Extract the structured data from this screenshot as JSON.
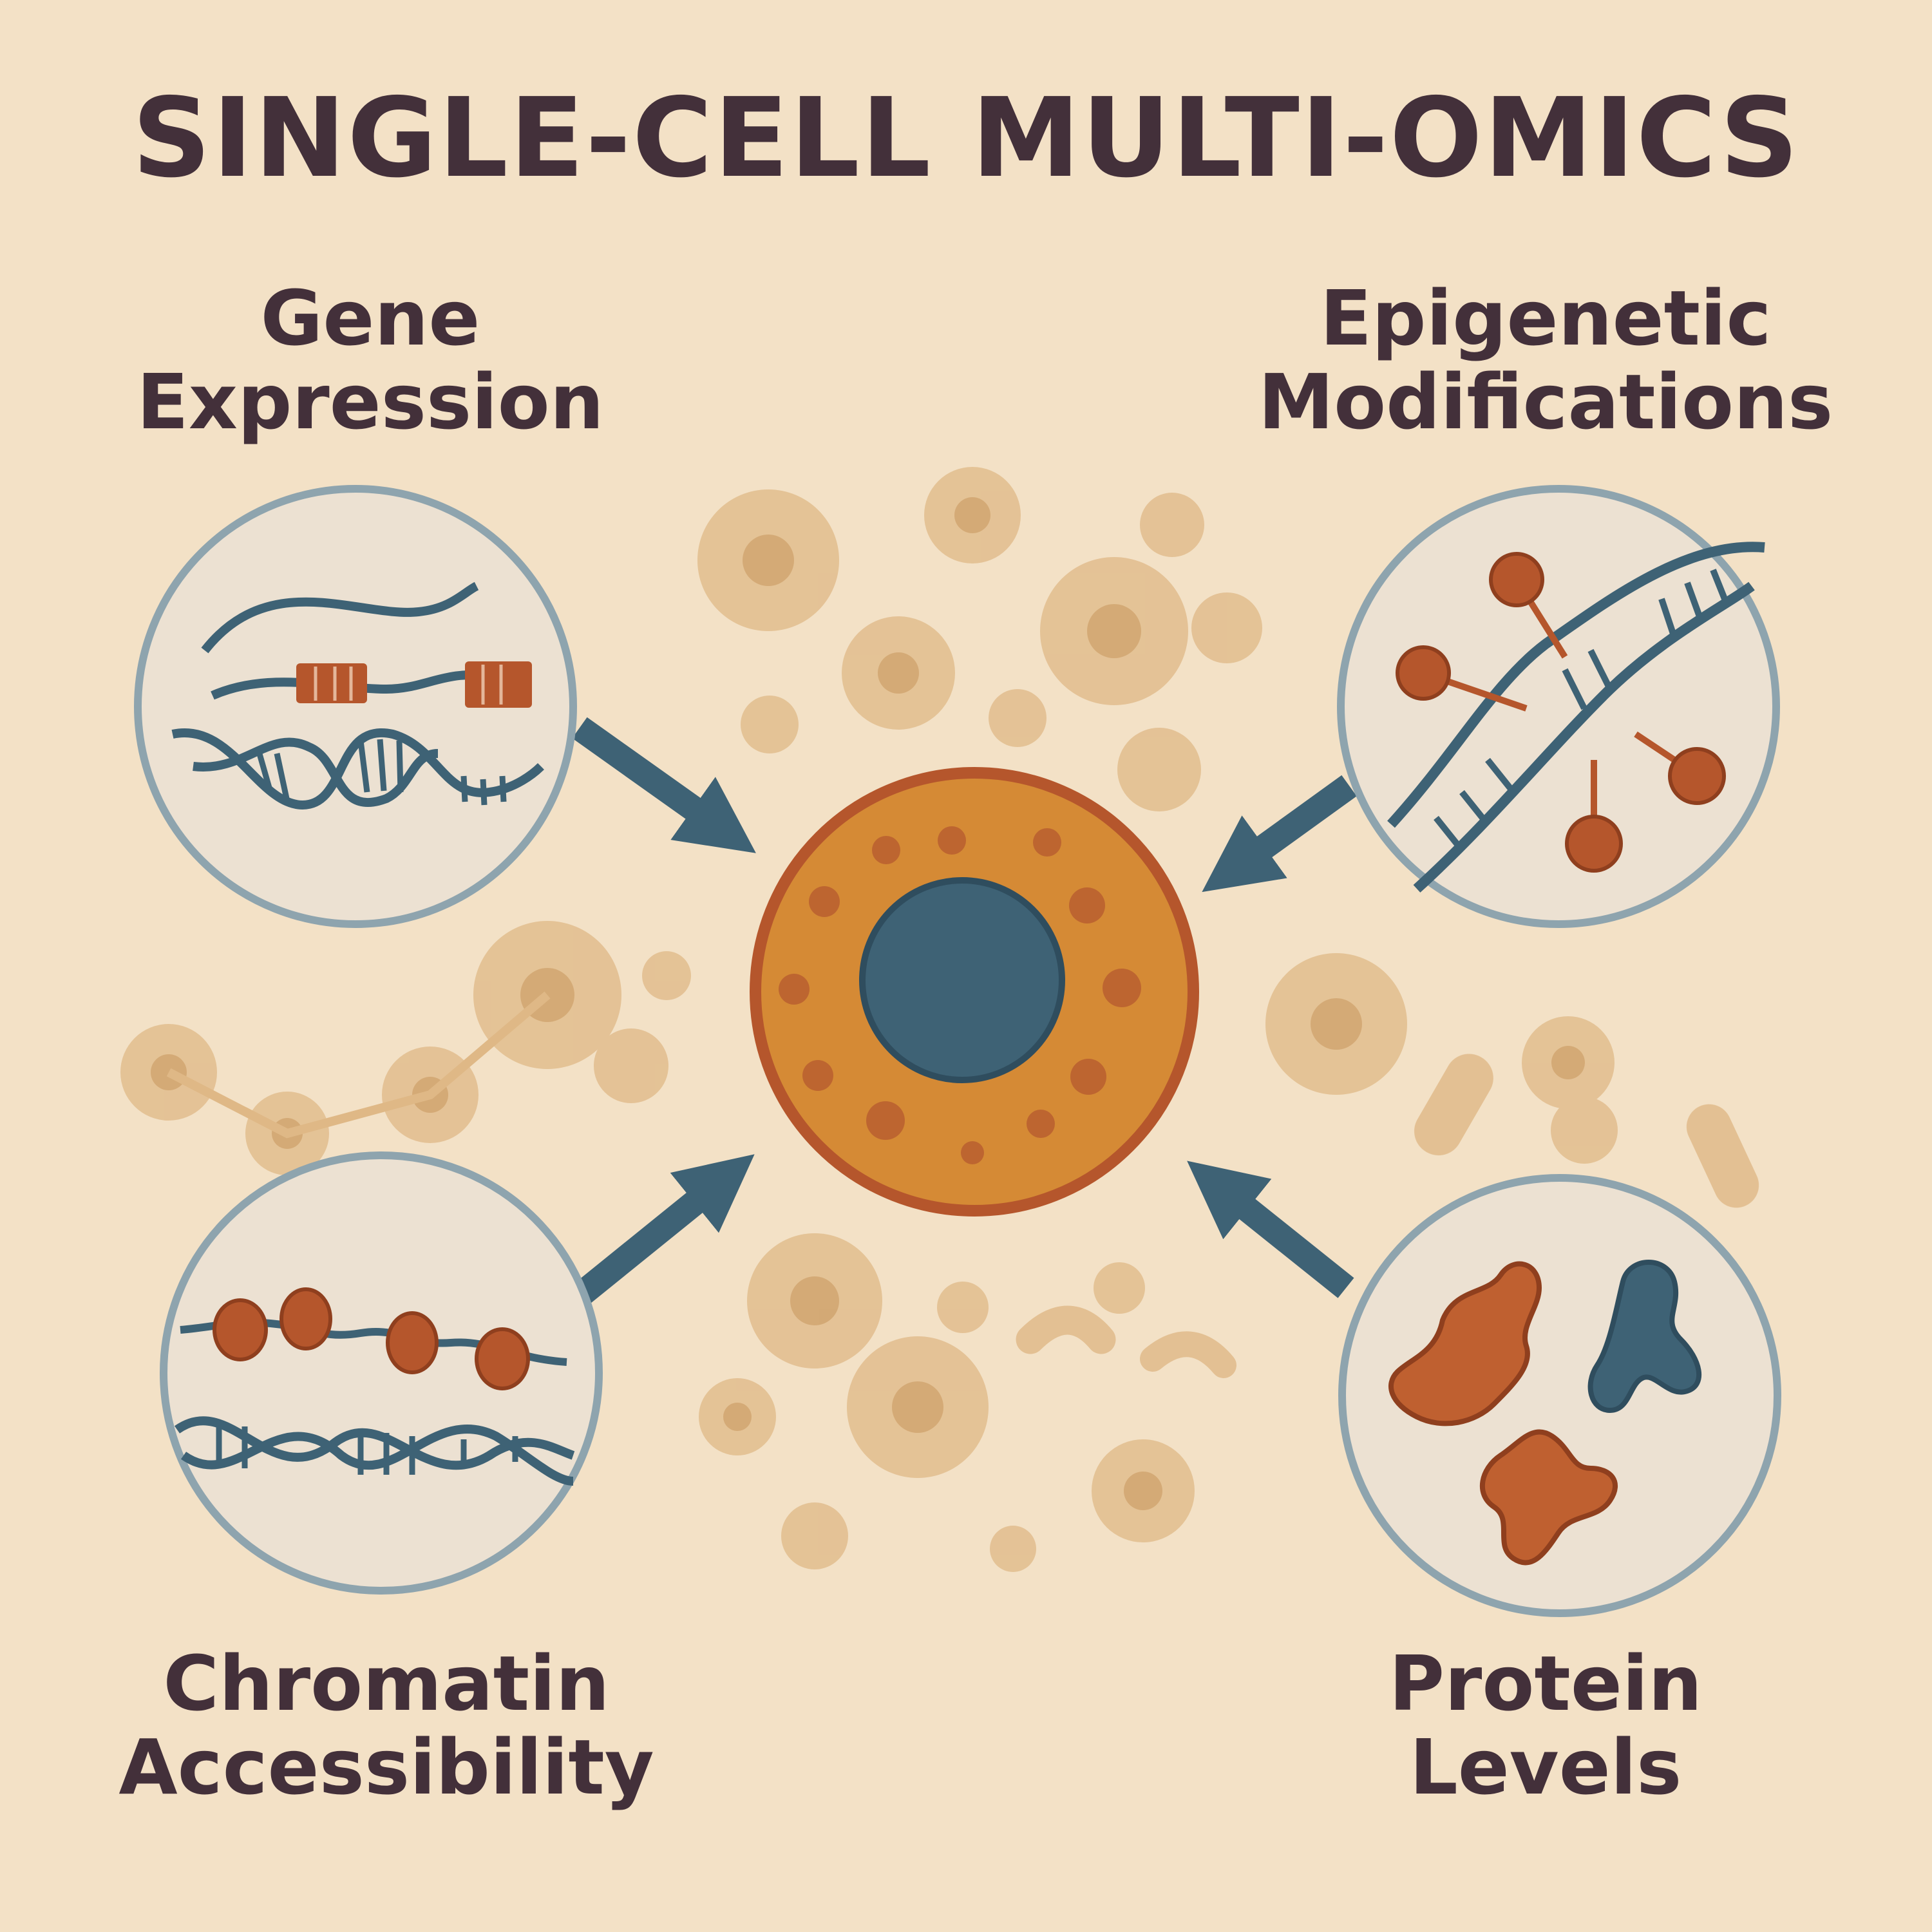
{
  "title": "SINGLE-CELL MULTI-OMICS",
  "modalities": [
    {
      "line1": "Gene",
      "line2": "Expression"
    },
    {
      "line1": "Epigenetic",
      "line2": "Modifications"
    },
    {
      "line1": "Chromatin",
      "line2": "Accessibility"
    },
    {
      "line1": "Protein",
      "line2": "Levels"
    }
  ],
  "colors": {
    "background": "#f3e1c6",
    "text": "#43303a",
    "accent_blue": "#3e6275",
    "accent_rust": "#b5562c",
    "cell_orange": "#d58a35",
    "bubble_tan": "#dfb886",
    "panel_ring": "#8ea4ae"
  }
}
